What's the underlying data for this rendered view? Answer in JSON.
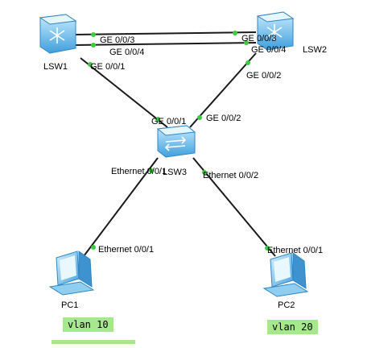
{
  "devices": {
    "lsw1": {
      "name": "LSW1",
      "kind": "layer3-switch"
    },
    "lsw2": {
      "name": "LSW2",
      "kind": "layer3-switch"
    },
    "lsw3": {
      "name": "LSW3",
      "kind": "layer2-switch"
    },
    "pc1": {
      "name": "PC1",
      "kind": "pc"
    },
    "pc2": {
      "name": "PC2",
      "kind": "pc"
    }
  },
  "ports": {
    "lsw1_ge003": "GE 0/0/3",
    "lsw1_ge004": "GE 0/0/4",
    "lsw1_ge001": "GE 0/0/1",
    "lsw2_ge003": "GE 0/0/3",
    "lsw2_ge004": "GE 0/0/4",
    "lsw2_ge002": "GE 0/0/2",
    "lsw3_ge001": "GE 0/0/1",
    "lsw3_ge002": "GE 0/0/2",
    "lsw3_eth001": "Ethernet 0/0/1",
    "lsw3_eth002": "Ethernet 0/0/2",
    "pc1_eth001": "Ethernet 0/0/1",
    "pc2_eth001": "Ethernet 0/0/1"
  },
  "vlans": {
    "pc1": "vlan 10",
    "pc2": "vlan 20"
  },
  "colors": {
    "link": "#1a1a1a",
    "port_dot": "#3ec93e",
    "device_blue": "#4aa8e0",
    "vlan_bg": "#a6e98c"
  }
}
